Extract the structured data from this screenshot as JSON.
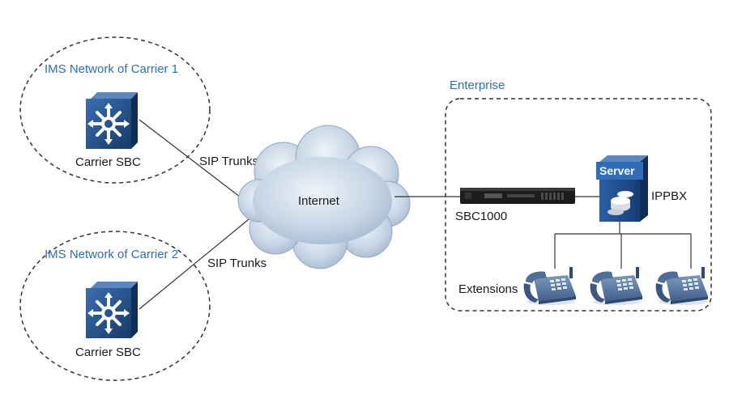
{
  "carrier1": {
    "network_label": "IMS Network of Carrier 1",
    "device_label": "Carrier SBC",
    "trunk_label": "SIP Trunks"
  },
  "carrier2": {
    "network_label": "IMS Network of Carrier 2",
    "device_label": "Carrier SBC",
    "trunk_label": "SIP Trunks"
  },
  "internet": {
    "label": "Internet"
  },
  "enterprise": {
    "label": "Enterprise",
    "sbc_label": "SBC1000",
    "server_badge": "Server",
    "ippbx_label": "IPPBX",
    "extensions_label": "Extensions"
  },
  "colors": {
    "network_label": "#2f6fb3",
    "device_blue": "#1f4f8a",
    "cloud": "#b9c9db",
    "phone": "#5f7ea6"
  },
  "icons": [
    "router-switch-icon",
    "cloud-icon",
    "sbc-appliance-icon",
    "server-icon",
    "desk-phone-icon"
  ]
}
